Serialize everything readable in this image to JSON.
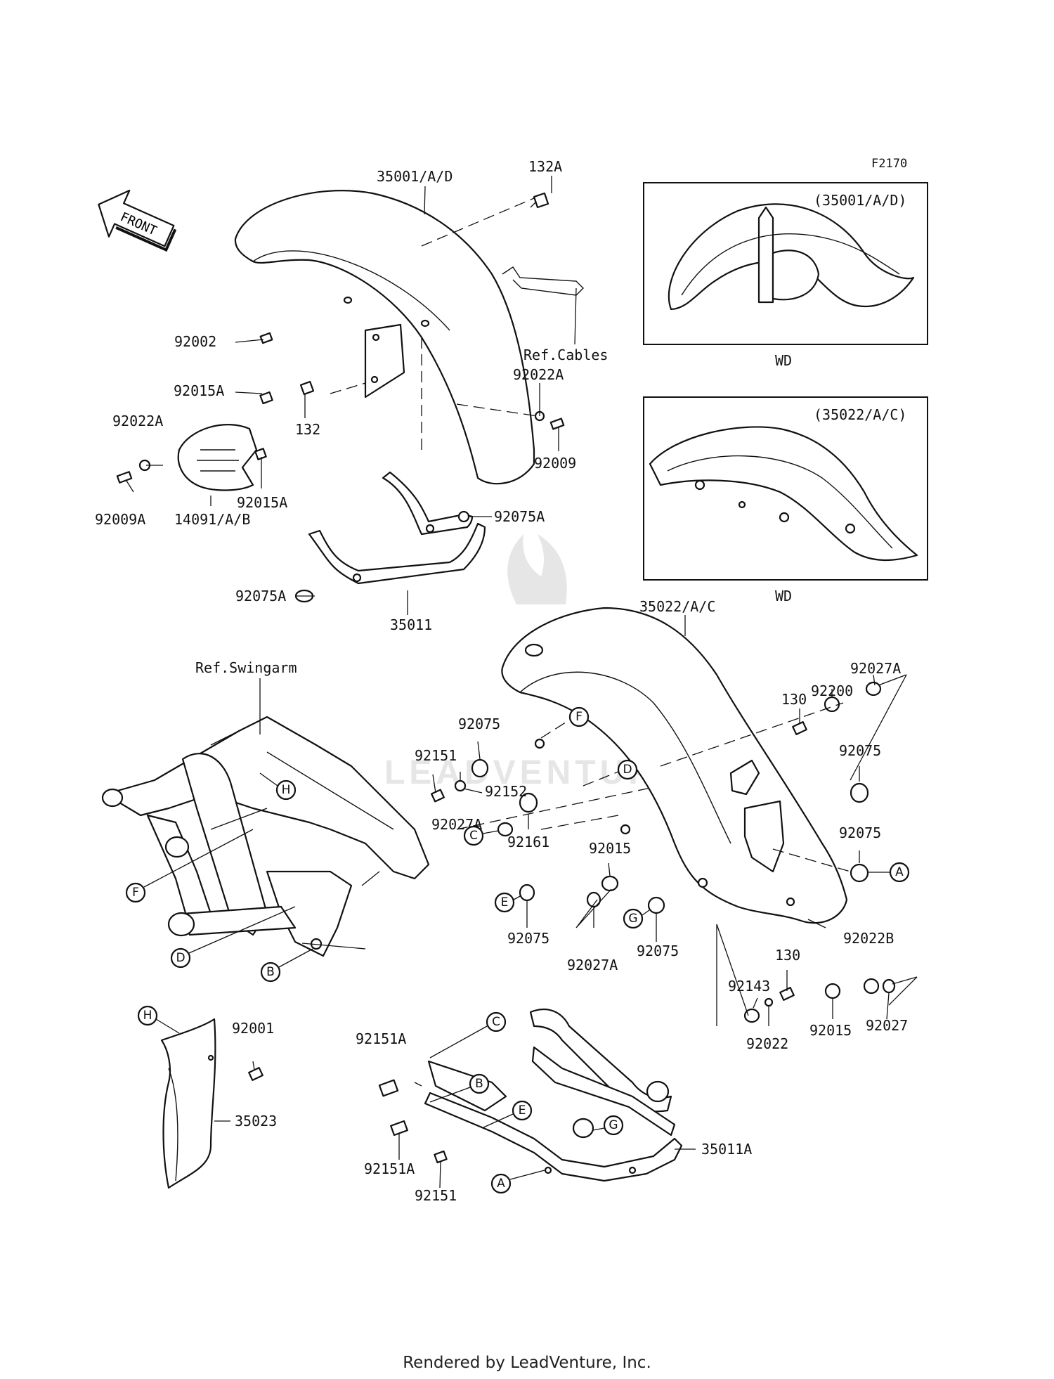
{
  "figure_code": "F2170",
  "front_arrow_label": "FRONT",
  "watermark": "LEADVENTURE",
  "footer": "Rendered by LeadVenture, Inc.",
  "insets": [
    {
      "ref": "(35001/A/D)",
      "caption": "WD"
    },
    {
      "ref": "(35022/A/C)",
      "caption": "WD"
    }
  ],
  "refs": {
    "cables": "Ref.Cables",
    "swingarm": "Ref.Swingarm"
  },
  "part_labels": {
    "front_fender": "35001/A/D",
    "bolt_132A": "132A",
    "bolt_92002": "92002",
    "bolt_92015A_top": "92015A",
    "washer_92022A_right": "92022A",
    "washer_92022A_left": "92022A",
    "bolt_132": "132",
    "bolt_92009": "92009",
    "bolt_92009A": "92009A",
    "bolt_92015A_low": "92015A",
    "cover_14091": "14091/A/B",
    "grommet_92075A_right": "92075A",
    "grommet_92075A_left": "92075A",
    "bracket_35011": "35011",
    "rear_fender": "35022/A/C",
    "damper_92027A_top": "92027A",
    "collar_92200": "92200",
    "bolt_130_top": "130",
    "damper_92075_tr": "92075",
    "damper_92075_mid": "92075",
    "damper_92075_F": "92075",
    "bolt_92151_top": "92151",
    "collar_92152": "92152",
    "damper_92027A_mid": "92027A",
    "collar_92161": "92161",
    "nut_92015_mid": "92015",
    "damper_92075_E": "92075",
    "damper_92027A_low": "92027A",
    "damper_92075_G": "92075",
    "washer_92022B": "92022B",
    "bolt_130_low": "130",
    "nut_92143": "92143",
    "washer_92022": "92022",
    "nut_92015_low": "92015",
    "damper_92027": "92027",
    "bolt_92001": "92001",
    "flap_35023": "35023",
    "bolt_92151A_top": "92151A",
    "bolt_92151A_low": "92151A",
    "bolt_92151_low": "92151",
    "bracket_35011A": "35011A"
  },
  "callout_letters": {
    "F1": "F",
    "D1": "D",
    "C1": "C",
    "E1": "E",
    "G1": "G",
    "A1": "A",
    "H1": "H",
    "F2": "F",
    "D2": "D",
    "B1": "B",
    "H2": "H",
    "C2": "C",
    "B2": "B",
    "E2": "E",
    "G2": "G",
    "A2": "A"
  }
}
